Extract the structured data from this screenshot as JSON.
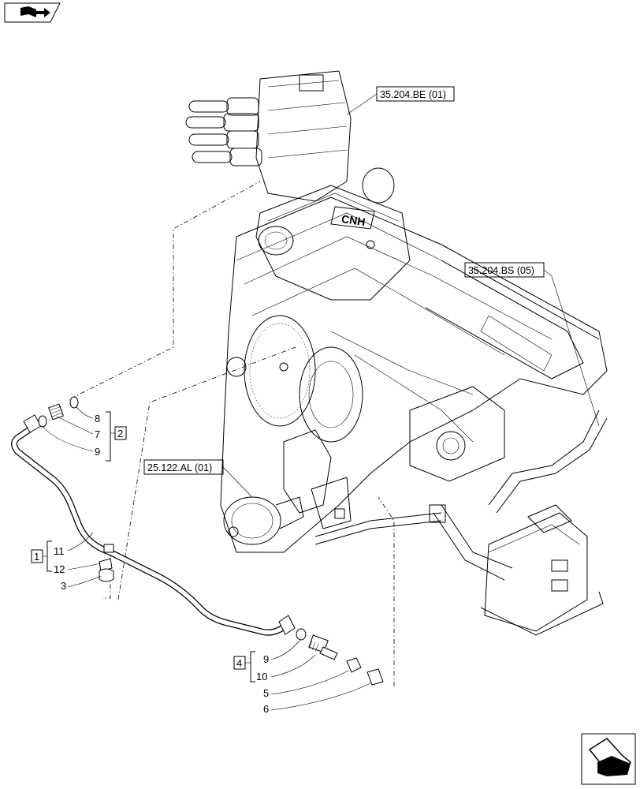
{
  "icons": {
    "top_left": "book-open-arrow-icon",
    "bottom_right": "next-page-arrow-icon"
  },
  "references": {
    "valve_block_top": "35.204.BE (01)",
    "valve_block_right": "35.204.BS (05)",
    "accumulator": "25.122.AL (01)"
  },
  "logo_text": "CNH",
  "callouts": {
    "c8": "8",
    "c7": "7",
    "c9a": "9",
    "c11": "11",
    "c12": "12",
    "c3": "3",
    "c9b": "9",
    "c10": "10",
    "c5": "5",
    "c6": "6"
  },
  "kits": {
    "k1": "1",
    "k2": "2",
    "k4": "4"
  }
}
